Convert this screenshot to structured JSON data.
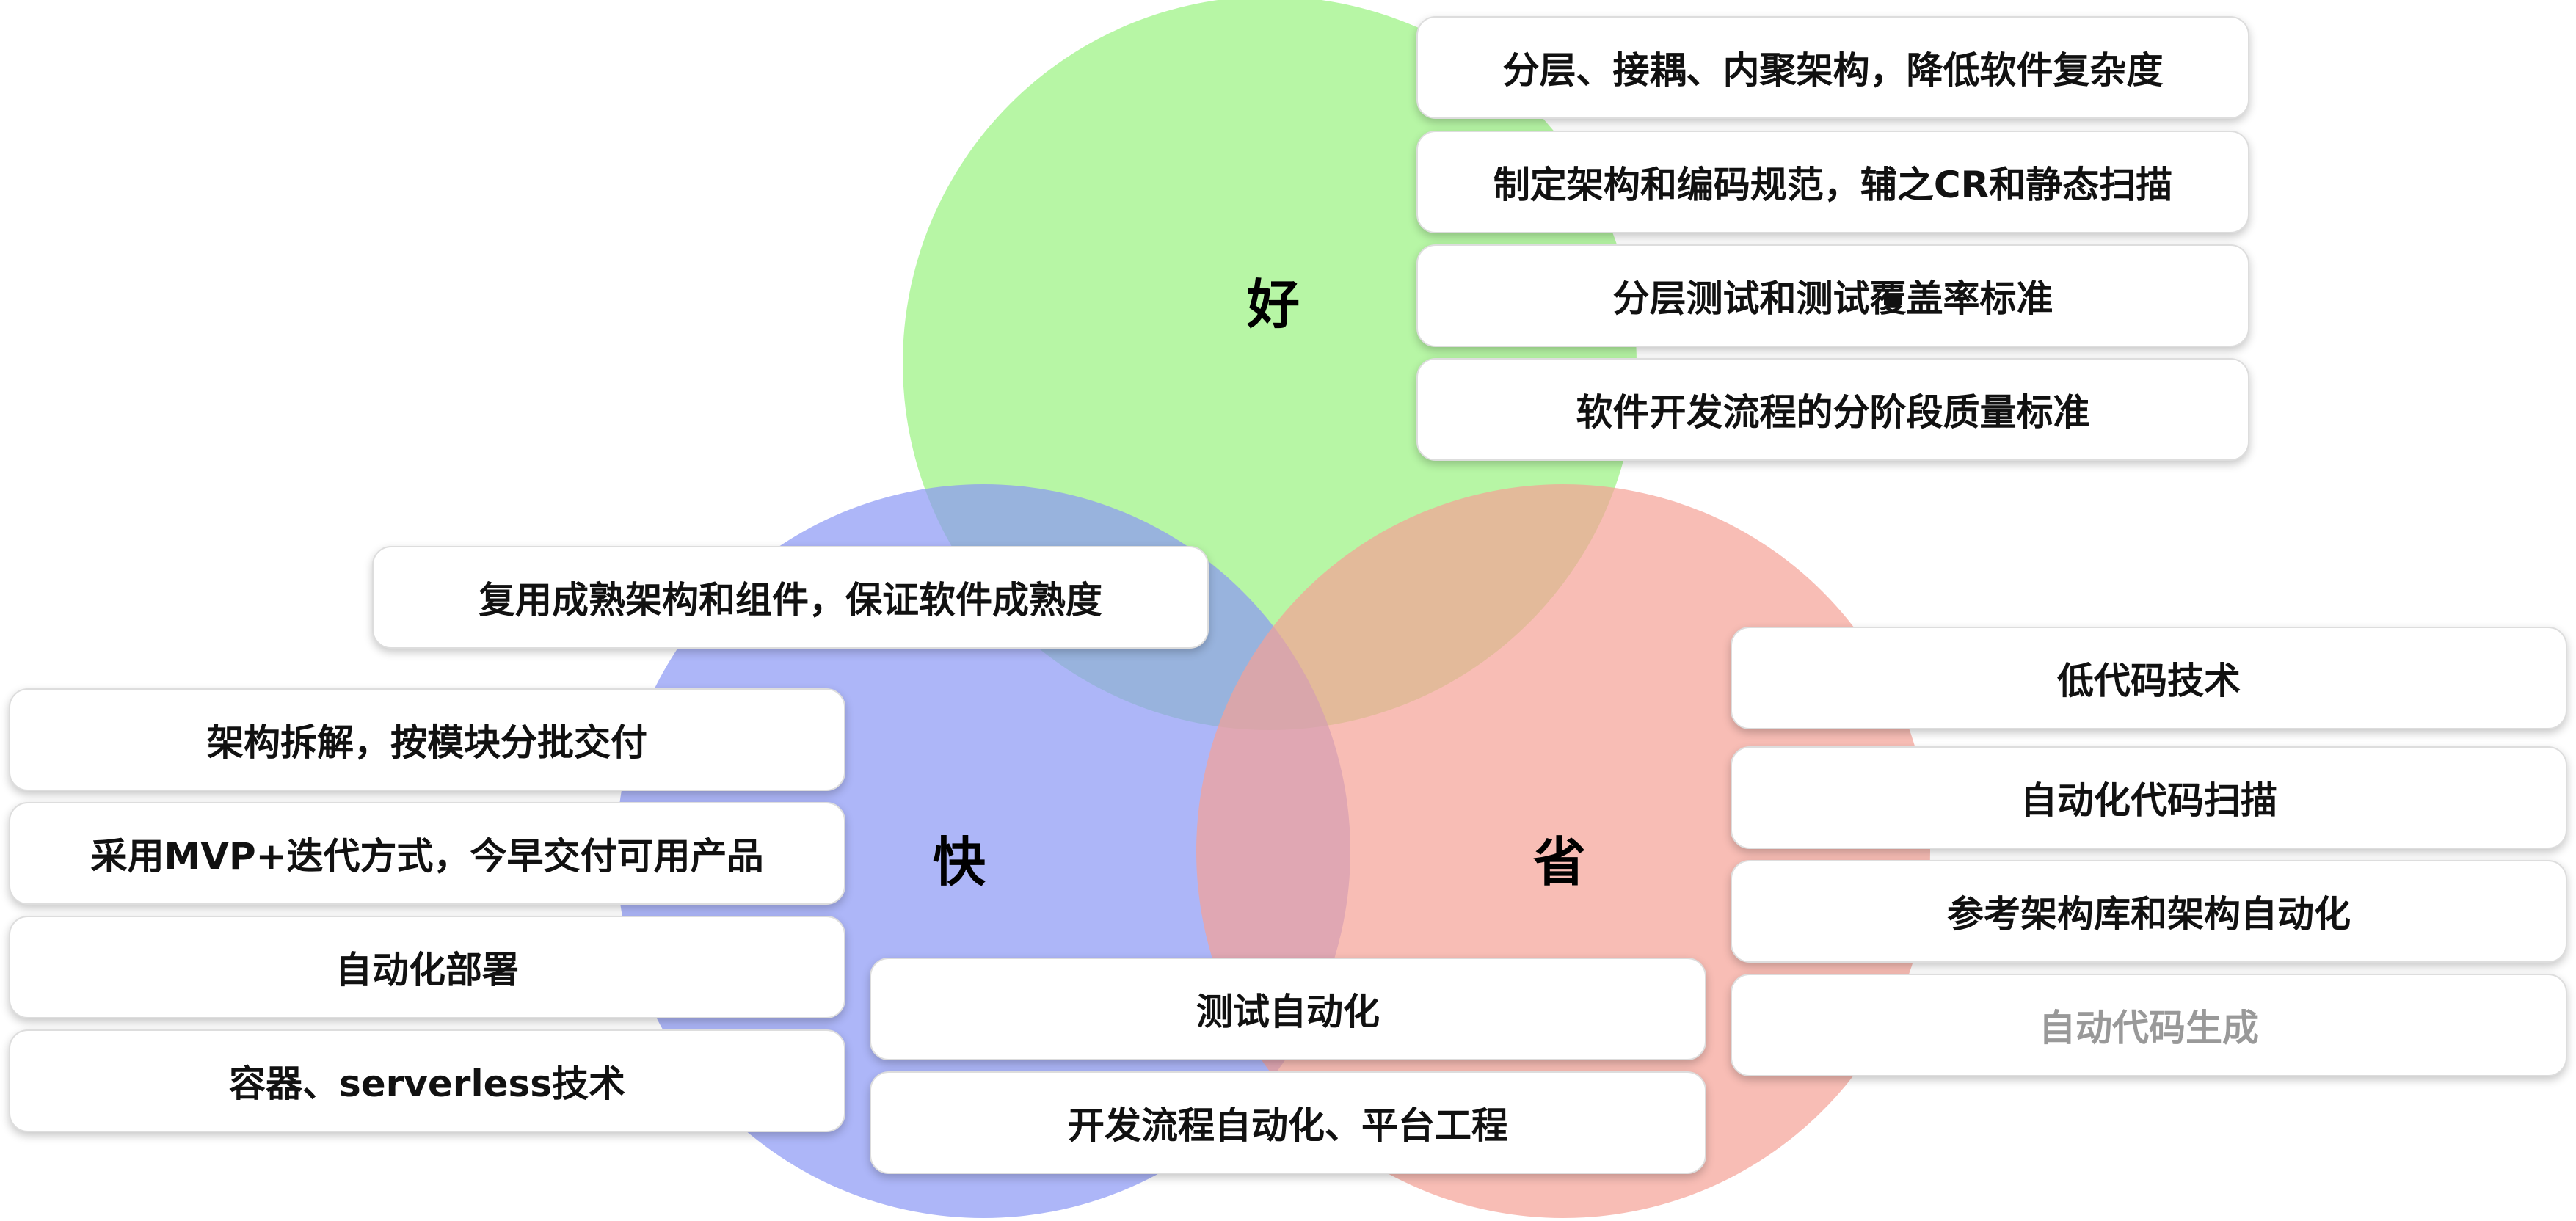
{
  "diagram": {
    "circles": [
      {
        "id": "good",
        "label": "好",
        "color": "#b3f5a0"
      },
      {
        "id": "fast",
        "label": "快",
        "color": "#8a97f5"
      },
      {
        "id": "save",
        "label": "省",
        "color": "#f5a195"
      }
    ],
    "good_items": [
      "分层、接耦、内聚架构，降低软件复杂度",
      "制定架构和编码规范，辅之CR和静态扫描",
      "分层测试和测试覆盖率标准",
      "软件开发流程的分阶段质量标准"
    ],
    "good_fast_items": [
      "复用成熟架构和组件，保证软件成熟度"
    ],
    "fast_items": [
      "架构拆解，按模块分批交付",
      "采用MVP+迭代方式，今早交付可用产品",
      "自动化部署",
      "容器、serverless技术"
    ],
    "fast_save_items": [
      "测试自动化",
      "开发流程自动化、平台工程"
    ],
    "save_items": [
      "低代码技术",
      "自动化代码扫描",
      "参考架构库和架构自动化",
      "自动代码生成"
    ]
  }
}
